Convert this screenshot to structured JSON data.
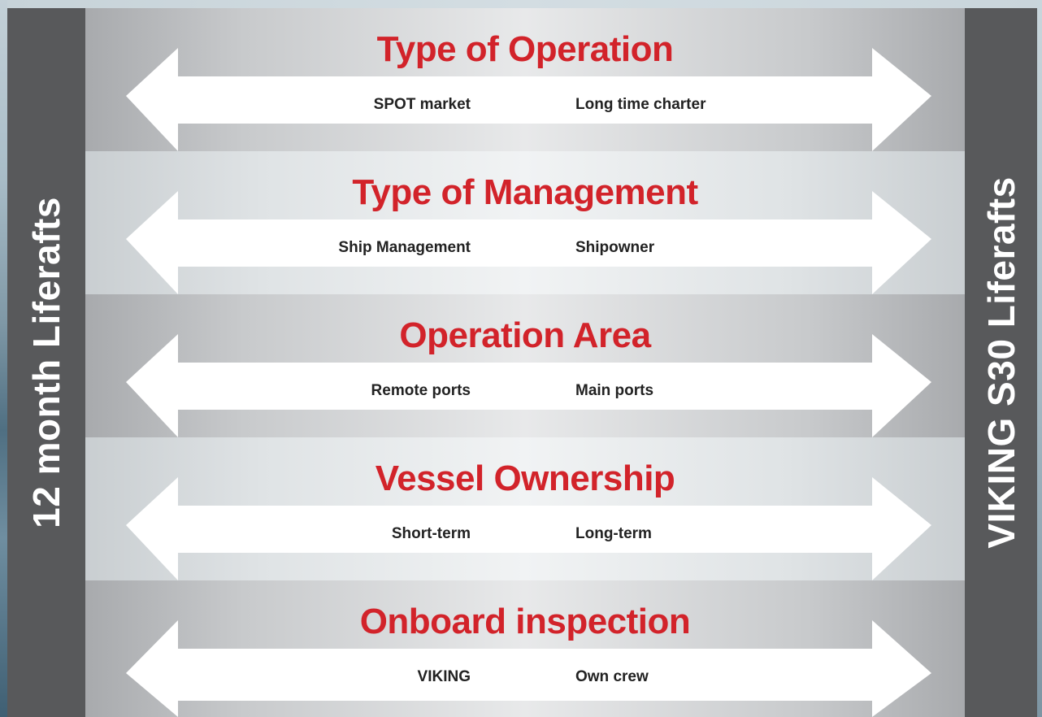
{
  "left_axis_label": "12 month Liferafts",
  "right_axis_label": "VIKING S30 Liferafts",
  "colors": {
    "title_red": "#d2232a",
    "side_bar_gray": "#58595b",
    "arrow_white": "#ffffff",
    "option_text": "#222222"
  },
  "rows": [
    {
      "title": "Type of Operation",
      "left_option": "SPOT market",
      "right_option": "Long time charter"
    },
    {
      "title": "Type of Management",
      "left_option": "Ship Management",
      "right_option": "Shipowner"
    },
    {
      "title": "Operation Area",
      "left_option": "Remote ports",
      "right_option": "Main ports"
    },
    {
      "title": "Vessel Ownership",
      "left_option": "Short-term",
      "right_option": "Long-term"
    },
    {
      "title": "Onboard inspection",
      "left_option": "VIKING",
      "right_option": "Own crew"
    }
  ]
}
